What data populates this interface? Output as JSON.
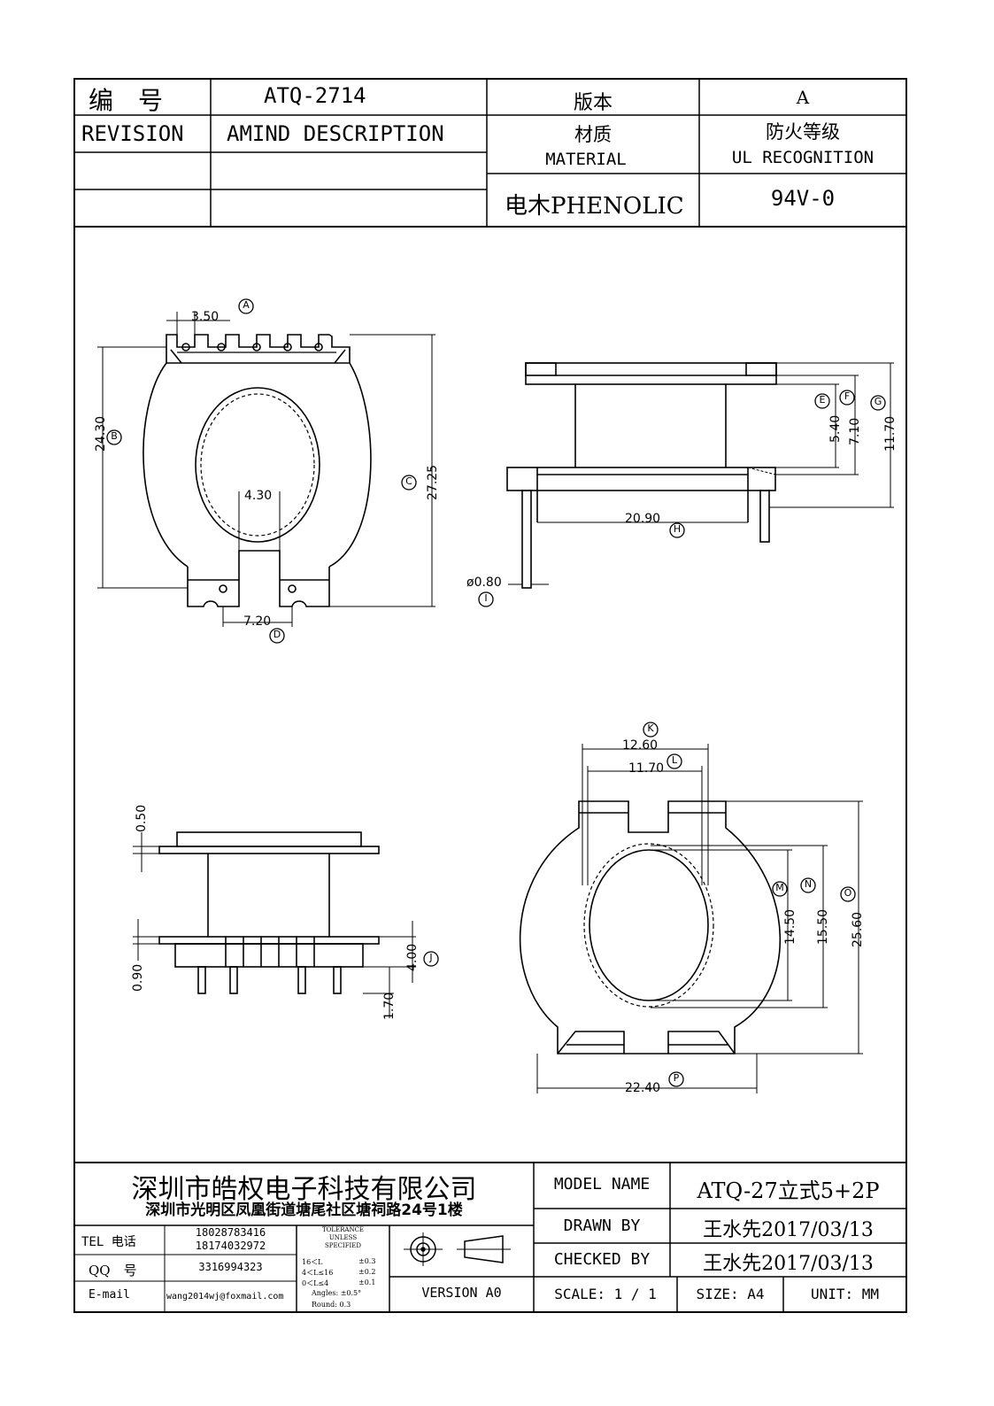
{
  "header": {
    "number_label": "编　号",
    "part_number": "ATQ-2714",
    "version_label": "版本",
    "version_value": "A",
    "revision_label": "REVISION",
    "amind_label": "AMIND DESCRIPTION",
    "material_cn": "材质",
    "material_en": "MATERIAL",
    "fire_cn": "防火等级",
    "fire_en": "UL RECOGNITION",
    "material_value": "电木PHENOLIC",
    "fire_value": "94V-0"
  },
  "dimensions": {
    "A": "3.50",
    "B": "24.30",
    "C": "27.25",
    "D": "7.20",
    "inner": "4.30",
    "E": "5.40",
    "F": "7.10",
    "G": "11.70",
    "H": "20.90",
    "I": "ø0.80",
    "t050": "0.50",
    "t090": "0.90",
    "J": "4.00",
    "t170": "1.70",
    "K": "12.60",
    "L": "11.70",
    "M": "14.50",
    "N": "15.50",
    "O": "25.60",
    "P": "22.40"
  },
  "markers": [
    "A",
    "B",
    "C",
    "D",
    "E",
    "F",
    "G",
    "H",
    "I",
    "J",
    "K",
    "L",
    "M",
    "N",
    "O",
    "P"
  ],
  "footer": {
    "company_name": "深圳市皓权电子科技有限公司",
    "company_address": "深圳市光明区凤凰街道塘尾社区塘祠路24号1楼",
    "tel_label": "TEL 电话",
    "tel_1": "18028783416",
    "tel_2": "18174032972",
    "qq_label": "QQ　号",
    "qq_value": "3316994323",
    "email_label": "E-mail",
    "email_value": "wang2014wj@foxmail.com",
    "tolerance": {
      "title1": "TOLERANCE",
      "title2": "UNLESS",
      "title3": "SPECIFIED",
      "row1_range": "16＜L",
      "row1_tol": "±0.3",
      "row2_range": "4＜L≤16",
      "row2_tol": "±0.2",
      "row3_range": "0＜L≤4",
      "row3_tol": "±0.1",
      "angles": "Angles: ±0.5°",
      "round": "Round: 0.3"
    },
    "version_label": "VERSION A0",
    "model_label": "MODEL NAME",
    "model_value": "ATQ-27立式5+2P",
    "drawn_label": "DRAWN BY",
    "drawn_value": "王水先2017/03/13",
    "checked_label": "CHECKED BY",
    "checked_value": "王水先2017/03/13",
    "scale_label": "SCALE: 1 / 1",
    "size_label": "SIZE: A4",
    "unit_label": "UNIT: MM"
  }
}
